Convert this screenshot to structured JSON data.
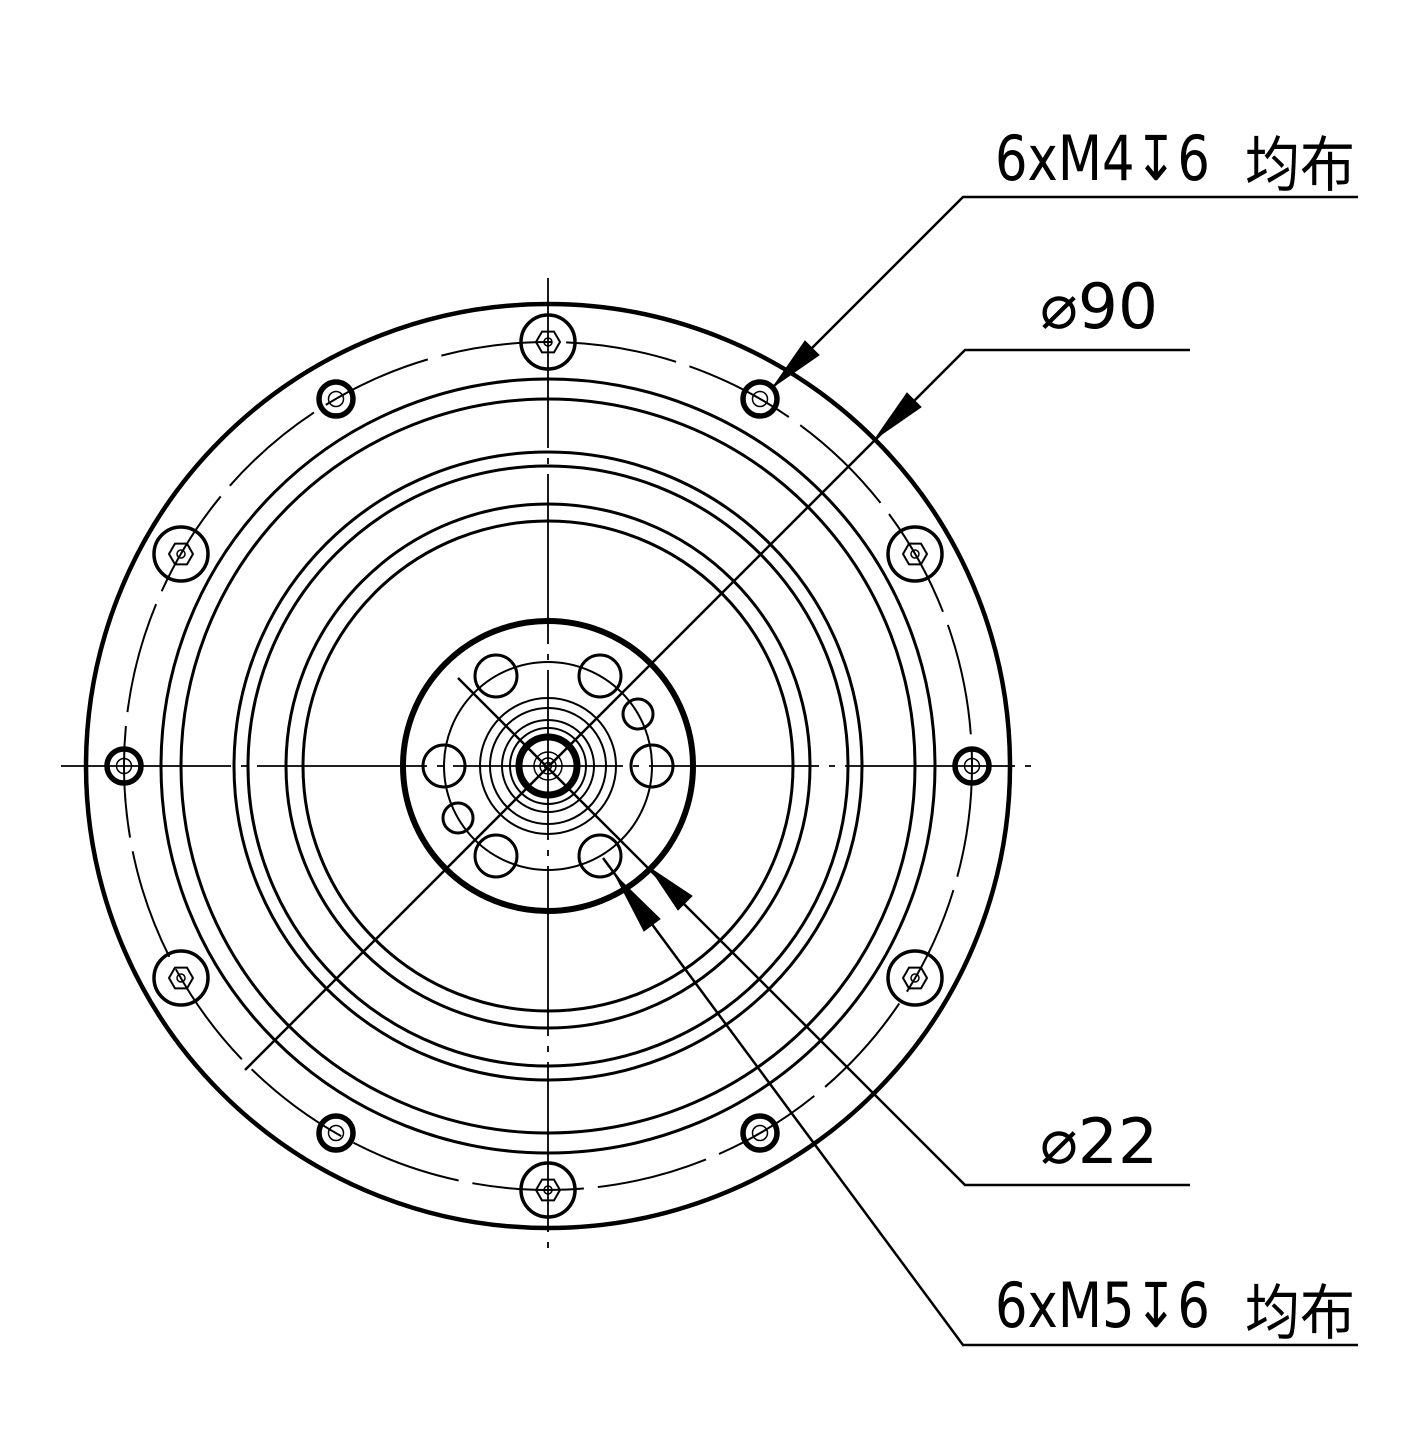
{
  "annotations": {
    "top_thread": {
      "spec": "6xM4↧6",
      "note": "均布"
    },
    "outer_diameter": {
      "text": "⌀90"
    },
    "inner_diameter": {
      "text": "⌀22"
    },
    "bottom_thread": {
      "spec": "6xM5↧6",
      "note": "均布"
    }
  },
  "colors": {
    "line": "#000000",
    "background": "#ffffff"
  }
}
